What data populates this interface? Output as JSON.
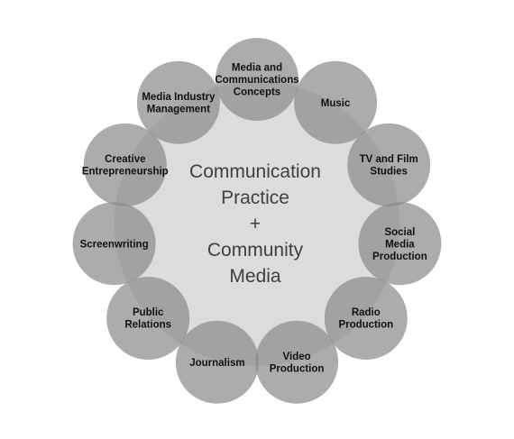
{
  "diagram": {
    "center": {
      "lines": [
        "Communication",
        "Practice",
        "+",
        "Community",
        "Media"
      ]
    },
    "nodes": [
      {
        "id": "media-comms-concepts",
        "lines": [
          "Media and",
          "Communications",
          "Concepts"
        ]
      },
      {
        "id": "music",
        "lines": [
          "Music"
        ]
      },
      {
        "id": "tv-film-studies",
        "lines": [
          "TV and Film",
          "Studies"
        ]
      },
      {
        "id": "social-media-production",
        "lines": [
          "Social",
          "Media",
          "Production"
        ]
      },
      {
        "id": "radio-production",
        "lines": [
          "Radio",
          "Production"
        ]
      },
      {
        "id": "video-production",
        "lines": [
          "Video",
          "Production"
        ]
      },
      {
        "id": "journalism",
        "lines": [
          "Journalism"
        ]
      },
      {
        "id": "public-relations",
        "lines": [
          "Public",
          "Relations"
        ]
      },
      {
        "id": "screenwriting",
        "lines": [
          "Screenwriting"
        ]
      },
      {
        "id": "creative-entrepreneurship",
        "lines": [
          "Creative",
          "Entrepreneurship"
        ]
      },
      {
        "id": "media-industry-management",
        "lines": [
          "Media Industry",
          "Management"
        ]
      }
    ],
    "colors": {
      "center_fill": "#dcdcdc",
      "node_fill": "#8c8c8c",
      "center_text": "#404040",
      "node_text": "#111111"
    }
  }
}
